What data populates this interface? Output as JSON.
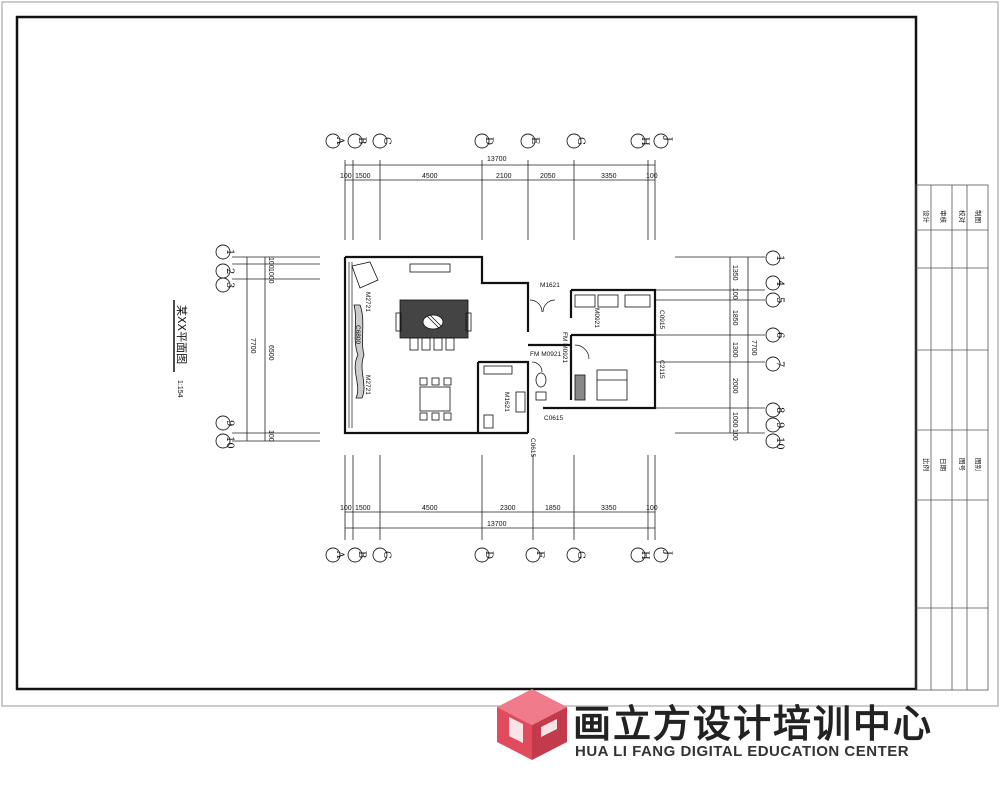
{
  "plan": {
    "title": "某XX平面图",
    "scale": "1:154",
    "overall_width": "13700",
    "top_dims": [
      "100",
      "1500",
      "4500",
      "2100",
      "2050",
      "3350",
      "100"
    ],
    "bottom_dims": [
      "100",
      "1500",
      "4500",
      "2300",
      "1850",
      "3350",
      "100"
    ],
    "top_axes": [
      "A",
      "B",
      "C",
      "D",
      "E",
      "G",
      "H",
      "J"
    ],
    "bottom_axes": [
      "A",
      "B",
      "C",
      "D",
      "F",
      "G",
      "H",
      "J"
    ],
    "left_axes": [
      "1",
      "2",
      "3",
      "9",
      "10"
    ],
    "left_dims": [
      "100",
      "1000",
      "7700",
      "6500",
      "100"
    ],
    "right_axes": [
      "1",
      "4",
      "5",
      "6",
      "7",
      "8",
      "9",
      "10"
    ],
    "right_dims": [
      "1350",
      "100",
      "1850",
      "7700",
      "1300",
      "2000",
      "1000",
      "100"
    ],
    "labels": {
      "m1621": "M1621",
      "m2721_a": "M2721",
      "m2721_b": "M2721",
      "c6800": "C6800",
      "fm0921_a": "FM M0921",
      "fm0921_b": "FM M0921",
      "m0921": "M0921",
      "c0915": "C0915",
      "c2115": "C2115",
      "m1621_b": "M1621",
      "c0615": "C0615",
      "c0615_b": "C0615"
    }
  },
  "title_block": {
    "cells_top": [
      "设计",
      "审核",
      "校对",
      "制图"
    ],
    "cells_mid": [
      "比例",
      "日期",
      "图号",
      "图别"
    ]
  },
  "logo": {
    "cn": "画立方设计培训中心",
    "en": "HUA LI FANG DIGITAL EDUCATION CENTER",
    "brand_color": "#e04b5e"
  }
}
